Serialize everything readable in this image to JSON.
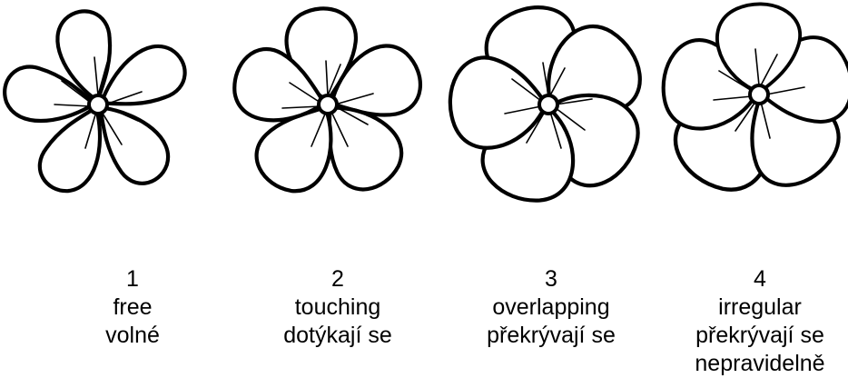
{
  "types": [
    {
      "number": "1",
      "label_en": "free",
      "label_cz": "volné",
      "label_cz_2": ""
    },
    {
      "number": "2",
      "label_en": "touching",
      "label_cz": "dotýkají se",
      "label_cz_2": ""
    },
    {
      "number": "3",
      "label_en": "overlapping",
      "label_cz": "překrývají se",
      "label_cz_2": ""
    },
    {
      "number": "4",
      "label_en": "irregular",
      "label_cz": "překrývají se",
      "label_cz_2": "nepravidelně"
    }
  ]
}
